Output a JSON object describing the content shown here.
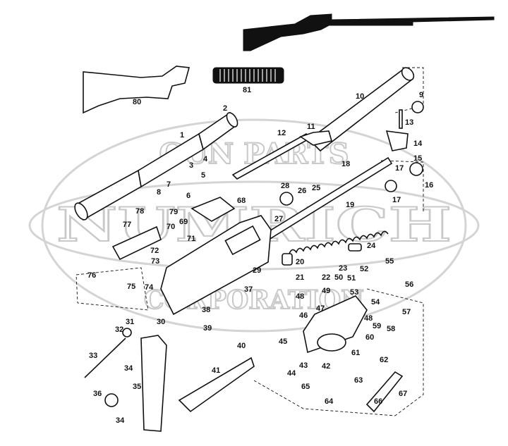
{
  "watermark": {
    "top": "GUN PARTS",
    "middle": "NUMRICH",
    "bottom": "CORPORATION"
  },
  "labels": [
    "1",
    "2",
    "3",
    "4",
    "5",
    "6",
    "7",
    "8",
    "9",
    "10",
    "11",
    "12",
    "13",
    "14",
    "15",
    "16",
    "17",
    "17",
    "18",
    "19",
    "20",
    "21",
    "22",
    "23",
    "24",
    "25",
    "26",
    "27",
    "28",
    "29",
    "30",
    "31",
    "32",
    "33",
    "34",
    "34",
    "35",
    "36",
    "37",
    "38",
    "39",
    "40",
    "41",
    "42",
    "43",
    "44",
    "45",
    "46",
    "47",
    "48",
    "48",
    "49",
    "50",
    "51",
    "52",
    "53",
    "54",
    "55",
    "56",
    "57",
    "58",
    "59",
    "60",
    "61",
    "62",
    "63",
    "64",
    "65",
    "66",
    "67",
    "68",
    "69",
    "70",
    "71",
    "72",
    "73",
    "74",
    "75",
    "76",
    "77",
    "78",
    "79",
    "80",
    "81"
  ]
}
